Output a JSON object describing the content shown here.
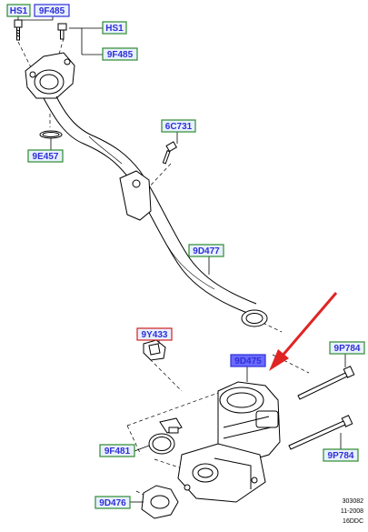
{
  "colors": {
    "green_frame": "#2e8b2e",
    "blue_frame": "#2f2fd6",
    "red_frame": "#d42020",
    "label_fill": "#e8f0ff",
    "highlight_fill": "#6a6aff",
    "arrow": "#e02424",
    "line": "#000000"
  },
  "callouts": {
    "hs1_a": "HS1",
    "f485_a": "9F485",
    "hs1_b": "HS1",
    "f485_b": "9F485",
    "e457": "9E457",
    "c731": "6C731",
    "d477": "9D477",
    "y433": "9Y433",
    "p784_a": "9P784",
    "d475": "9D475",
    "f481": "9F481",
    "p784_b": "9P784",
    "d476": "9D476"
  },
  "reference": {
    "line1": "303082",
    "line2": "11-2008",
    "line3": "16DDC"
  }
}
